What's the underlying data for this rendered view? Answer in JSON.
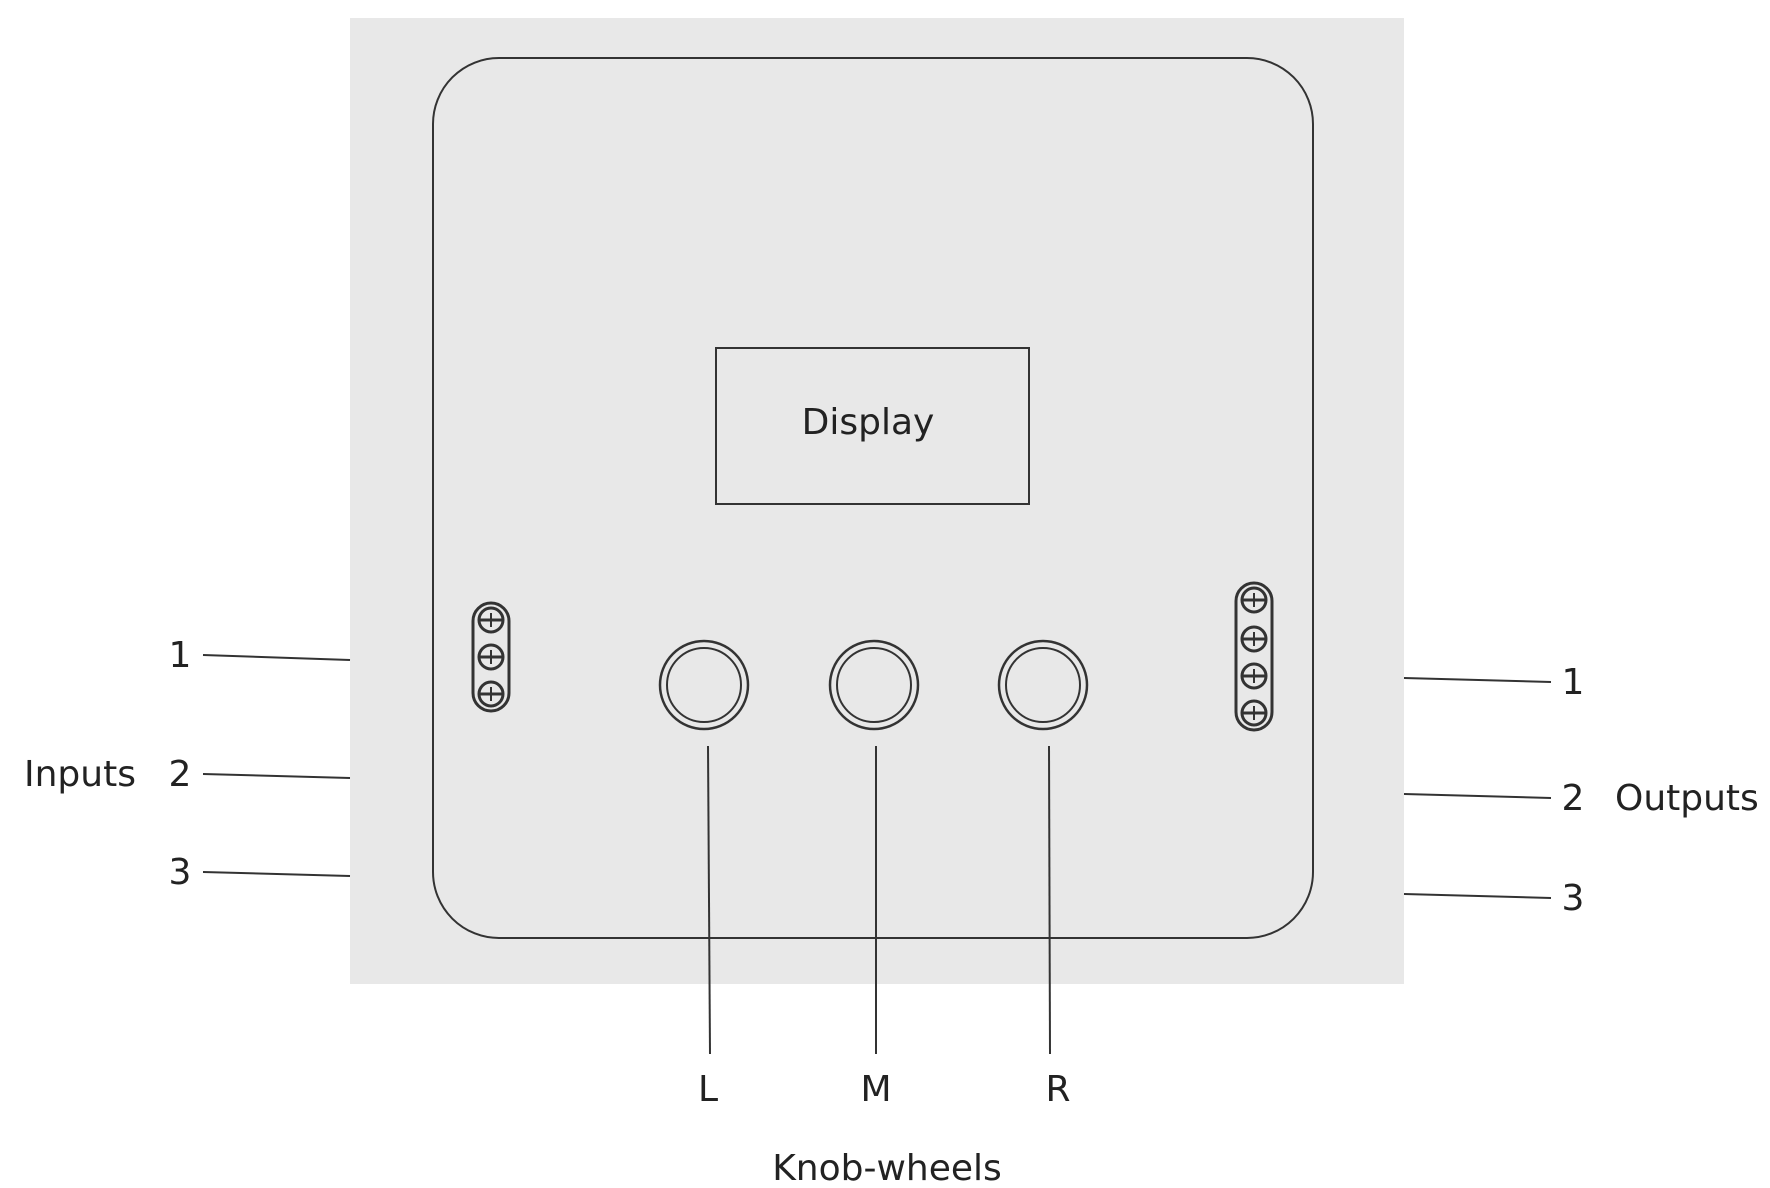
{
  "display": {
    "label": "Display"
  },
  "inputs": {
    "title": "Inputs",
    "ports": [
      "1",
      "2",
      "3"
    ]
  },
  "outputs": {
    "title": "Outputs",
    "ports": [
      "1",
      "2",
      "3"
    ]
  },
  "knobs": {
    "caption": "Knob-wheels",
    "labels": [
      "L",
      "M",
      "R"
    ]
  },
  "colors": {
    "panel": "#e8e8e8",
    "stroke": "#333333",
    "text": "#222222"
  }
}
